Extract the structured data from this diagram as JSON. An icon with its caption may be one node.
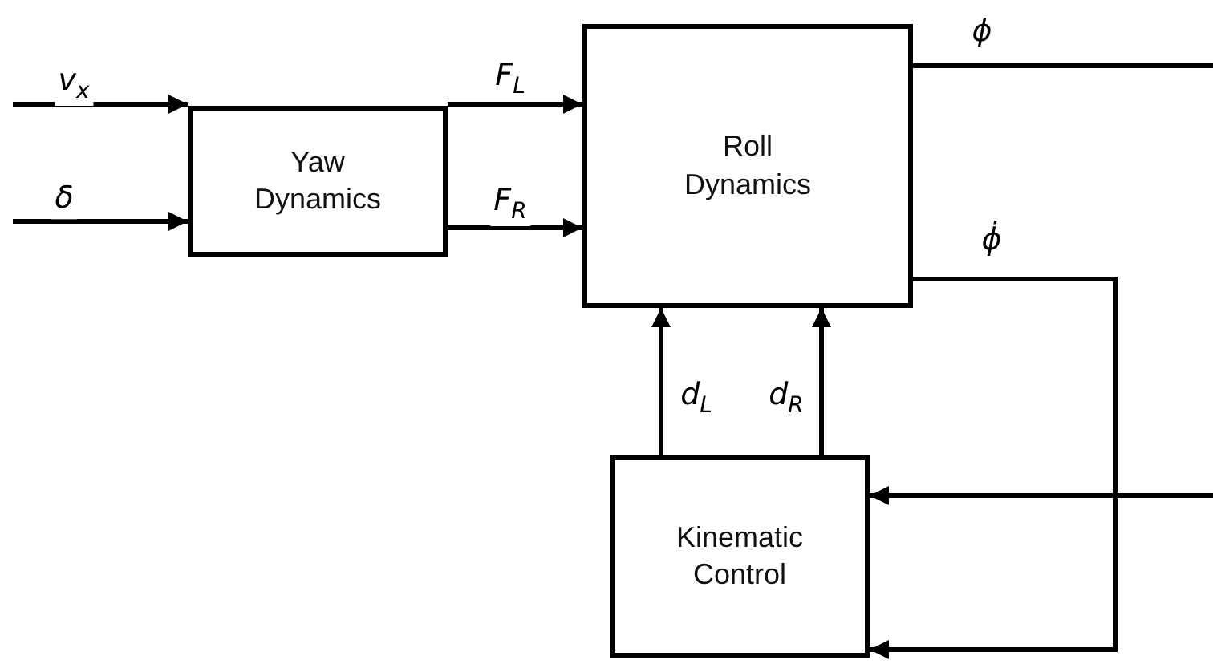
{
  "diagram": {
    "nodes": [
      {
        "text": [
          "Yaw Dynamics"
        ]
      },
      {
        "text": [
          "Roll Dynamics"
        ]
      },
      {
        "text": [
          "Kinematic Control"
        ]
      }
    ],
    "edges": [
      {
        "from": null,
        "to": 0,
        "arrow": "to",
        "label": "v$_{x}$"
      },
      {
        "from": null,
        "to": 0,
        "arrow": "to",
        "label": "δ"
      },
      {
        "from": 0,
        "to": 1,
        "arrow": "to",
        "label": "F$_{L}$"
      },
      {
        "from": 0,
        "to": 1,
        "arrow": "to",
        "label": "F$_{R}$"
      },
      {
        "from": 1,
        "to": null,
        "arrow": "none",
        "label": "ϕ"
      },
      {
        "from": 1,
        "to": 2,
        "arrow": "to",
        "label": "ϕ̇"
      },
      {
        "from": null,
        "to": 2,
        "arrow": "to"
      },
      {
        "from": 2,
        "to": 1,
        "arrow": "to",
        "label": "d$_{L}$"
      },
      {
        "from": 2,
        "to": 1,
        "arrow": "to",
        "label": "d$_{R}$"
      }
    ]
  }
}
